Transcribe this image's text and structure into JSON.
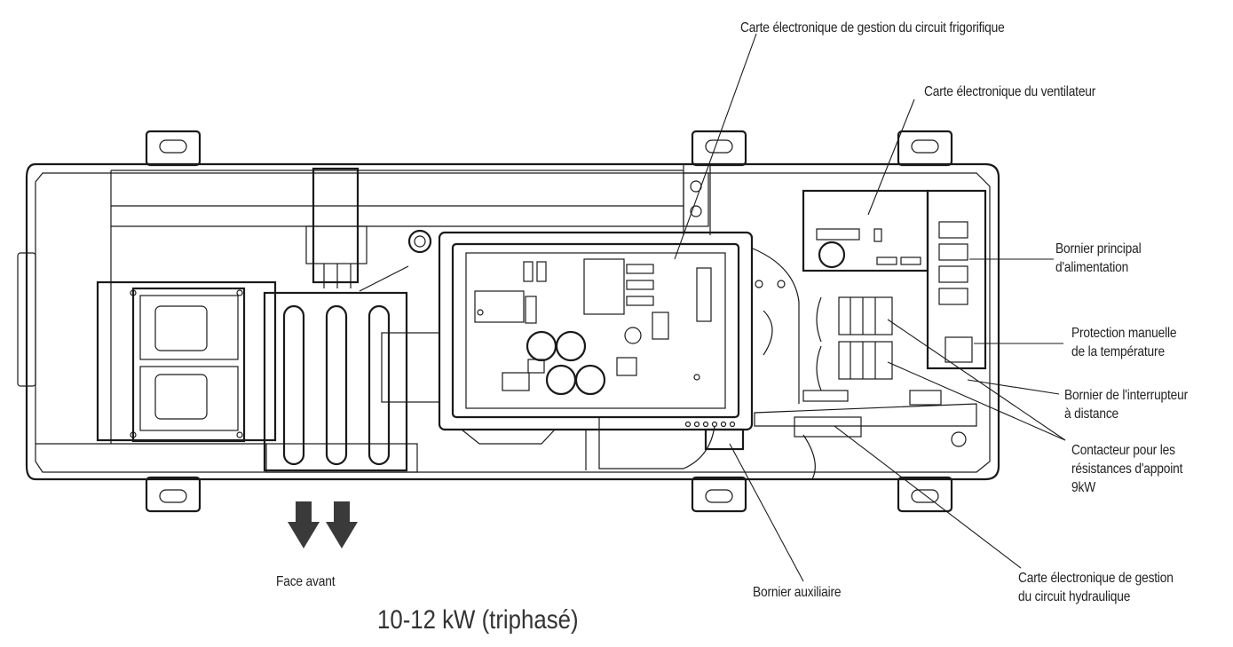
{
  "labels": {
    "carte_frigo": "Carte électronique de gestion du circuit frigorifique",
    "carte_ventilateur": "Carte électronique du ventilateur",
    "bornier_principal": [
      "Bornier principal",
      "d'alimentation"
    ],
    "protection_manuelle": [
      "Protection manuelle",
      "de la température"
    ],
    "bornier_interrupteur": [
      "Bornier de l'interrupteur",
      "à distance"
    ],
    "contacteur": [
      "Contacteur pour les",
      "résistances d'appoint",
      "9kW"
    ],
    "carte_hydraulique": [
      "Carte électronique de gestion",
      "du circuit hydraulique"
    ],
    "bornier_auxiliaire": "Bornier auxiliaire",
    "face_avant": "Face avant"
  },
  "caption": "10-12 kW (triphasé)",
  "colors": {
    "line": "#1a1a1a",
    "arrow": "#3a3a3a",
    "text": "#222222"
  }
}
